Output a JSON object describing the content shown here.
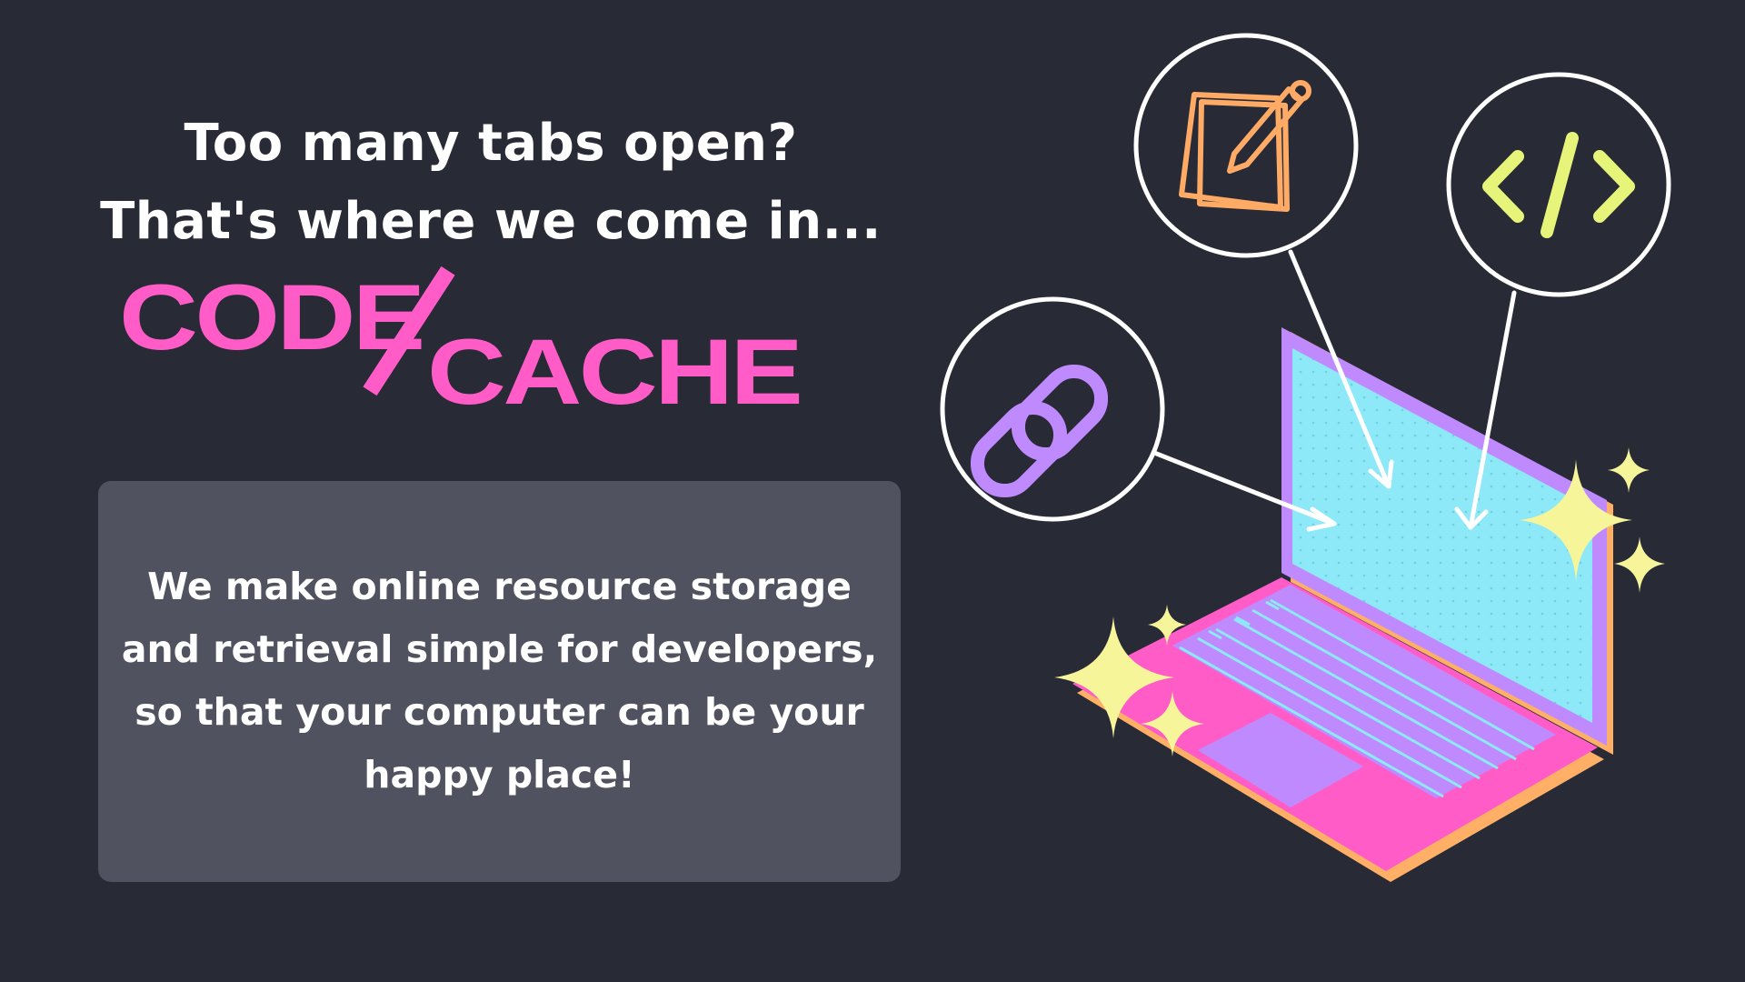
{
  "headline": {
    "line1": "Too many tabs open?",
    "line2": "That's where we come in..."
  },
  "logo": {
    "word1": "CODE",
    "word2": "CACHE",
    "color": "#ff5cc8"
  },
  "info_card": {
    "lines": [
      "We make online resource storage",
      "and retrieval simple for developers,",
      "so that your computer can be your",
      "happy place!"
    ]
  },
  "illustration": {
    "icons": [
      "notes-pencil-icon",
      "code-brackets-icon",
      "link-chain-icon",
      "laptop-icon",
      "sparkle-icon"
    ],
    "colors": {
      "background": "#282a36",
      "laptop_body": "#ff5cc8",
      "laptop_frame": "#c08aff",
      "screen": "#8de8f7",
      "trim": "#ffb066",
      "notes": "#ffab66",
      "code": "#e6f57a",
      "link": "#c08aff",
      "sparkle": "#f6f59a"
    }
  }
}
